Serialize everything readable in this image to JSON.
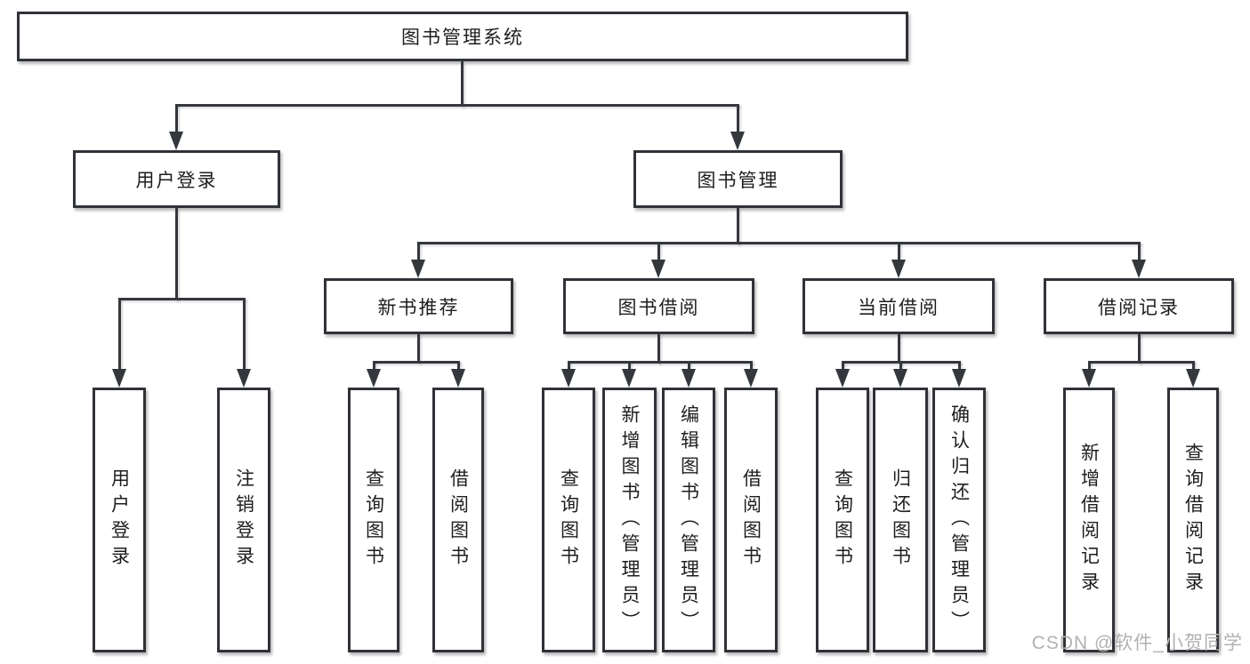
{
  "diagram_title": "图书管理系统",
  "nodes": {
    "root": "图书管理系统",
    "user_login": "用户登录",
    "book_management": "图书管理",
    "new_book_recommend": "新书推荐",
    "book_borrowing": "图书借阅",
    "current_borrowing": "当前借阅",
    "borrowing_records": "借阅记录",
    "leaf_user_login": "用户登录",
    "leaf_logout": "注销登录",
    "leaf_query_books_a": "查询图书",
    "leaf_borrow_books_a": "借阅图书",
    "leaf_query_books_b": "查询图书",
    "leaf_add_books_admin": "新增图书（管理员）",
    "leaf_edit_books_admin": "编辑图书（管理员）",
    "leaf_borrow_books_b": "借阅图书",
    "leaf_query_books_c": "查询图书",
    "leaf_return_books": "归还图书",
    "leaf_confirm_return_admin": "确认归还（管理员）",
    "leaf_add_borrow_record": "新增借阅记录",
    "leaf_query_borrow_record": "查询借阅记录"
  },
  "structure": {
    "图书管理系统": [
      "用户登录",
      "图书管理"
    ],
    "用户登录": [
      "用户登录",
      "注销登录"
    ],
    "图书管理": [
      "新书推荐",
      "图书借阅",
      "当前借阅",
      "借阅记录"
    ],
    "新书推荐": [
      "查询图书",
      "借阅图书"
    ],
    "图书借阅": [
      "查询图书",
      "新增图书（管理员）",
      "编辑图书（管理员）",
      "借阅图书"
    ],
    "当前借阅": [
      "查询图书",
      "归还图书",
      "确认归还（管理员）"
    ],
    "借阅记录": [
      "新增借阅记录",
      "查询借阅记录"
    ]
  },
  "watermark": "CSDN @软件_小贺同学",
  "colors": {
    "background": "#ffffff",
    "box_border": "#2f3237",
    "line": "#34373c",
    "text": "#1e1e1e",
    "watermark": "#b2b2b2"
  }
}
